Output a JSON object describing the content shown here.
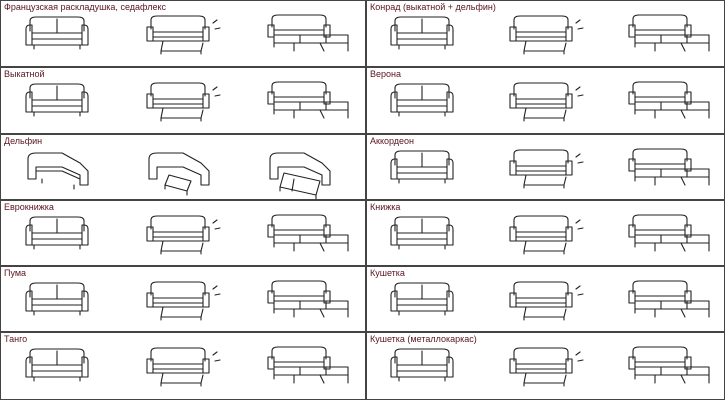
{
  "cells": [
    {
      "label": "Французская раскладушка, седафлекс",
      "icons": [
        "sofa-icon",
        "sofa-half-open-icon",
        "sofa-bed-unfolded-icon"
      ]
    },
    {
      "label": "Конрад (выкатной + дельфин)",
      "icons": [
        "sofa-icon",
        "sofa-half-open-icon",
        "sofa-bed-unfolded-icon"
      ]
    },
    {
      "label": "Выкатной",
      "icons": [
        "sofa-icon",
        "sofa-half-open-icon",
        "sofa-bed-unfolded-icon"
      ]
    },
    {
      "label": "Верона",
      "icons": [
        "sofa-icon",
        "sofa-half-open-icon",
        "sofa-bed-unfolded-icon"
      ]
    },
    {
      "label": "Дельфин",
      "icons": [
        "corner-sofa-icon",
        "corner-sofa-half-open-icon",
        "corner-sofa-unfolded-icon"
      ]
    },
    {
      "label": "Аккордеон",
      "icons": [
        "sofa-icon",
        "sofa-half-open-icon",
        "sofa-bed-unfolded-icon"
      ]
    },
    {
      "label": "Еврокнижка",
      "icons": [
        "sofa-icon",
        "sofa-half-open-icon",
        "sofa-bed-unfolded-icon"
      ]
    },
    {
      "label": "Книжка",
      "icons": [
        "sofa-icon",
        "sofa-half-open-icon",
        "sofa-bed-unfolded-icon"
      ]
    },
    {
      "label": "Пума",
      "icons": [
        "sofa-icon",
        "sofa-half-open-icon",
        "sofa-bed-unfolded-icon"
      ]
    },
    {
      "label": "Кушетка",
      "icons": [
        "sofa-icon",
        "sofa-half-open-icon",
        "sofa-bed-unfolded-icon"
      ]
    },
    {
      "label": "Танго",
      "icons": [
        "sofa-icon",
        "sofa-half-open-icon",
        "sofa-bed-unfolded-icon"
      ]
    },
    {
      "label": "Кушетка (металлокаркас)",
      "icons": [
        "sofa-icon",
        "sofa-half-open-icon",
        "sofa-bed-unfolded-icon"
      ]
    }
  ],
  "colors": {
    "label": "#5a1520",
    "border": "#444444",
    "line": "#222222"
  }
}
